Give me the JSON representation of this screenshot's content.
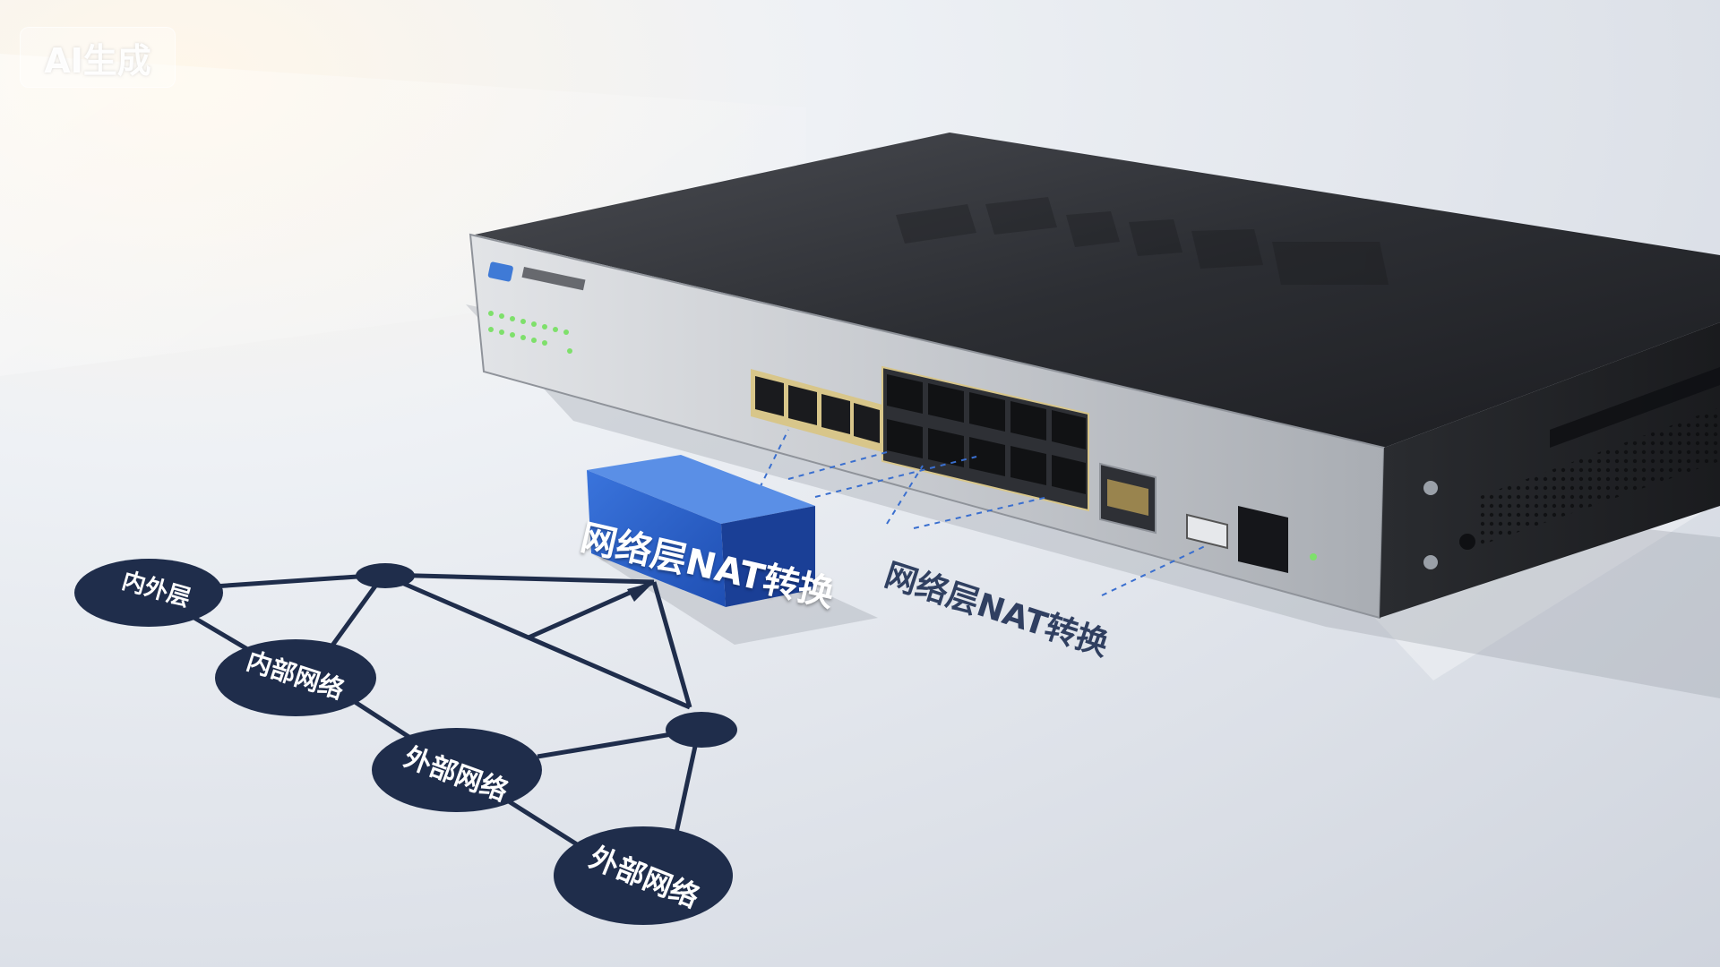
{
  "watermark": {
    "text": "AI生成"
  },
  "block": {
    "label": "网络层NAT转换"
  },
  "floor_caption": {
    "label": "网络层NAT转换"
  },
  "diagram": {
    "nodes": [
      {
        "id": "inner-layer",
        "label": "内外层"
      },
      {
        "id": "internal-network",
        "label": "内部网络"
      },
      {
        "id": "external-network-1",
        "label": "外部网络"
      },
      {
        "id": "external-network-2",
        "label": "外部网络"
      }
    ]
  },
  "colors": {
    "node_fill": "#1f2d4b",
    "block_blue": "#2f63c9",
    "device_metal": "#c9ccd1",
    "device_top": "#2b2d31",
    "led_green": "#7ee06b",
    "link_dash": "#3a6fcf"
  }
}
